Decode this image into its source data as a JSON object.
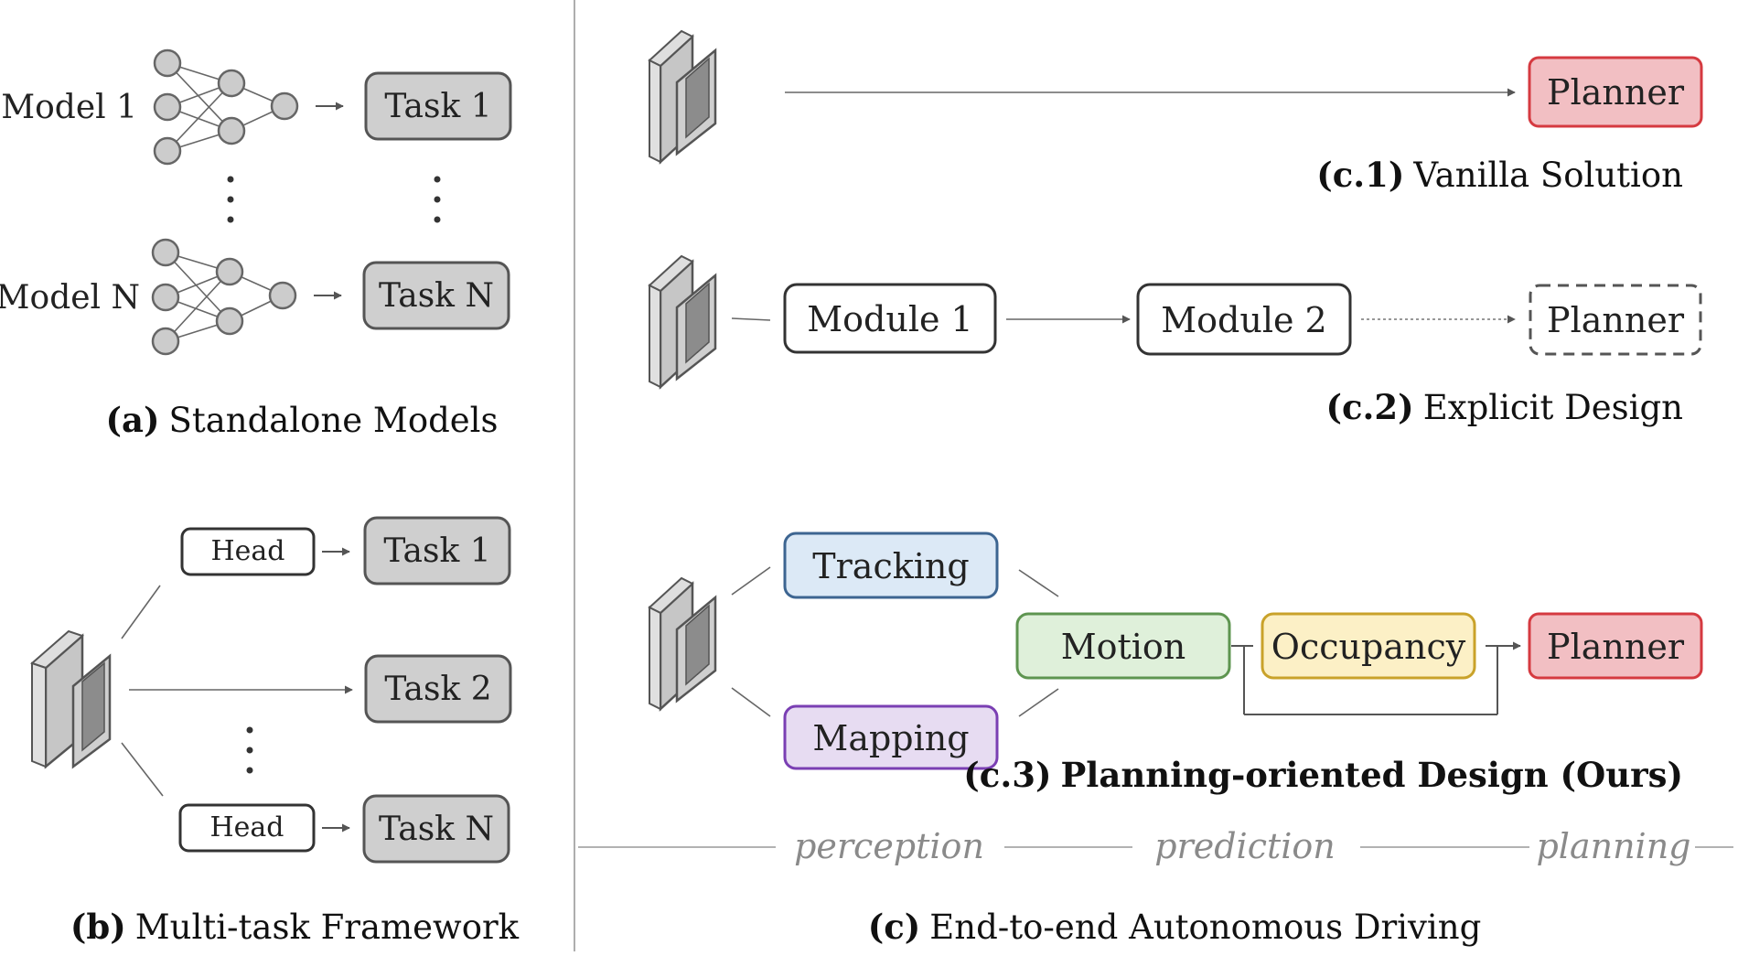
{
  "panel_a": {
    "model_1_label": "Model 1",
    "model_n_label": "Model N",
    "task_1": "Task 1",
    "task_n": "Task N",
    "caption_tag": "(a)",
    "caption_text": "Standalone Models"
  },
  "panel_b": {
    "head_1": "Head",
    "head_n": "Head",
    "task_1": "Task 1",
    "task_2": "Task 2",
    "task_n": "Task N",
    "caption_tag": "(b)",
    "caption_text": "Multi-task Framework"
  },
  "panel_c1": {
    "planner": "Planner",
    "caption_tag": "(c.1)",
    "caption_text": "Vanilla Solution"
  },
  "panel_c2": {
    "module_1": "Module 1",
    "module_2": "Module 2",
    "planner": "Planner",
    "caption_tag": "(c.2)",
    "caption_text": "Explicit Design"
  },
  "panel_c3": {
    "tracking": "Tracking",
    "mapping": "Mapping",
    "motion": "Motion",
    "occupancy": "Occupancy",
    "planner": "Planner",
    "caption_tag": "(c.3)",
    "caption_text": "Planning-oriented Design (Ours)"
  },
  "stages": {
    "perception": "perception",
    "prediction": "prediction",
    "planning": "planning"
  },
  "panel_c": {
    "caption_tag": "(c)",
    "caption_text": "End-to-end Autonomous Driving"
  },
  "colors": {
    "planner_fill": "#f2bfc3",
    "planner_stroke": "#d53a40",
    "planner_text": "#d41f25",
    "tracking_fill": "#dce9f6",
    "tracking_stroke": "#3d6591",
    "tracking_text": "#2a4f7c",
    "mapping_fill": "#e7dcf2",
    "mapping_stroke": "#7a3fb3",
    "mapping_text": "#6a30a8",
    "motion_fill": "#dff0da",
    "motion_stroke": "#5e9550",
    "motion_text": "#3b6d33",
    "occupancy_fill": "#fcf0c6",
    "occupancy_stroke": "#c9a22a",
    "occupancy_text": "#a8800e"
  }
}
